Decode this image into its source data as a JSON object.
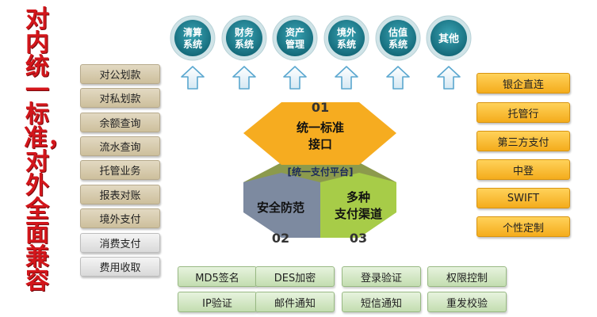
{
  "title": "对内统一标准，对外全面兼容",
  "top_systems": [
    {
      "line1": "清算",
      "line2": "系统"
    },
    {
      "line1": "财务",
      "line2": "系统"
    },
    {
      "line1": "资产",
      "line2": "管理"
    },
    {
      "line1": "境外",
      "line2": "系统"
    },
    {
      "line1": "估值",
      "line2": "系统"
    },
    {
      "line1": "其他",
      "line2": ""
    }
  ],
  "left_items": [
    "对公划款",
    "对私划款",
    "余额查询",
    "流水查询",
    "托管业务",
    "报表对账",
    "境外支付",
    "消费支付",
    "费用收取"
  ],
  "right_items": [
    "银企直连",
    "托管行",
    "第三方支付",
    "中登",
    "SWIFT",
    "个性定制"
  ],
  "bottom_items": [
    [
      "MD5签名",
      "DES加密",
      "登录验证",
      "权限控制"
    ],
    [
      "IP验证",
      "邮件通知",
      "短信通知",
      "重发校验"
    ]
  ],
  "hexagon": {
    "center_label": "[统一支付平台]",
    "top": {
      "num": "01",
      "line1": "统一标准",
      "line2": "接口"
    },
    "left": {
      "num": "02",
      "line1": "安全防范",
      "line2": ""
    },
    "right": {
      "num": "03",
      "line1": "多种",
      "line2": "支付渠道"
    }
  },
  "colors": {
    "title_red": "#d3161b",
    "hex_top": "#f6ac20",
    "hex_left": "#7d8aa0",
    "hex_right": "#a7cc48",
    "center_band": "#8c9a4c",
    "circle_teal": "#1e7d8c",
    "arrow_blue": "#5aa7cf",
    "left_tan": "#d8cdb0",
    "left_gray": "#e6e6e6",
    "right_orange": "#f7b731",
    "bottom_green": "#d2e6c3"
  }
}
